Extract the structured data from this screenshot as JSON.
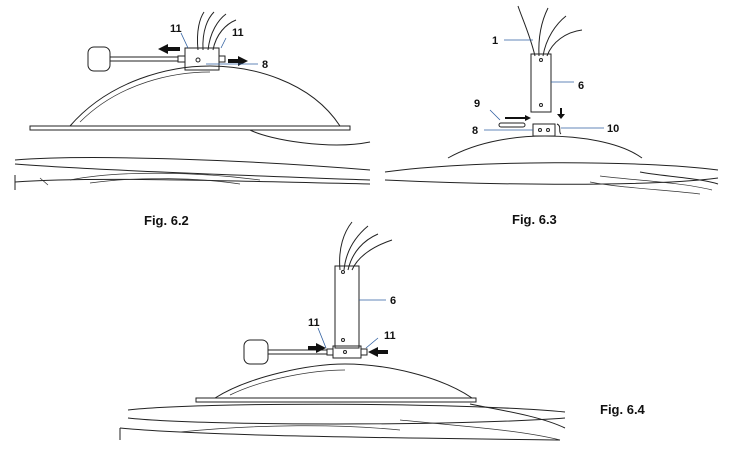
{
  "figures": [
    {
      "caption": "Fig. 6.2",
      "callouts": [
        "11",
        "11",
        "8"
      ]
    },
    {
      "caption": "Fig. 6.3",
      "callouts": [
        "1",
        "6",
        "9",
        "8",
        "10"
      ]
    },
    {
      "caption": "Fig. 6.4",
      "callouts": [
        "6",
        "11",
        "11"
      ]
    }
  ]
}
